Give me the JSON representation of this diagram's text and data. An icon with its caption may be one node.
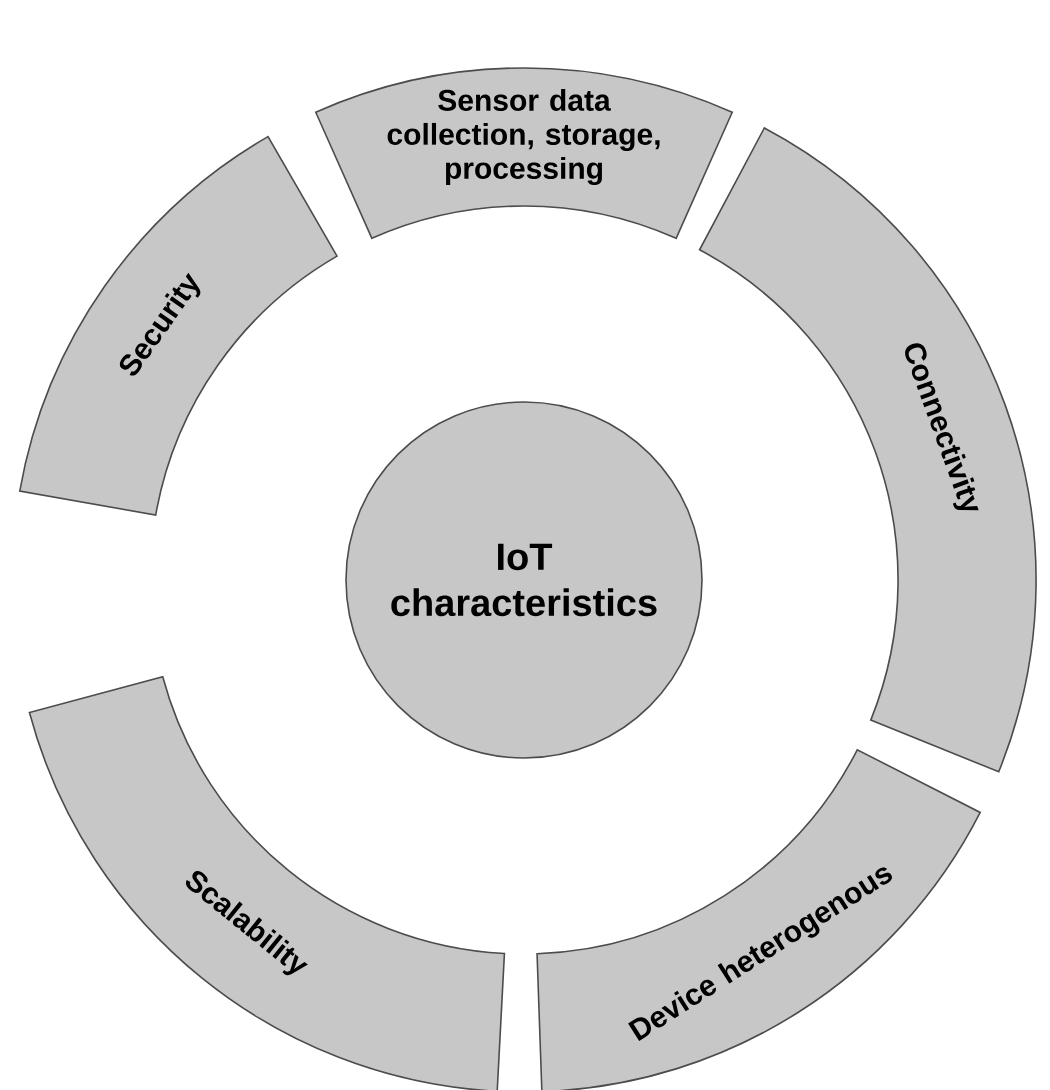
{
  "diagram": {
    "nodes": [
      {
        "text": [
          "IoT characteristics"
        ]
      },
      {
        "text": [
          "Sensor data collection, storage, processing"
        ]
      },
      {
        "text": [
          "Connectivity"
        ]
      },
      {
        "text": [
          "Device heterogenous"
        ]
      },
      {
        "text": [
          "Scalability"
        ]
      },
      {
        "text": [
          "Security"
        ]
      }
    ]
  }
}
